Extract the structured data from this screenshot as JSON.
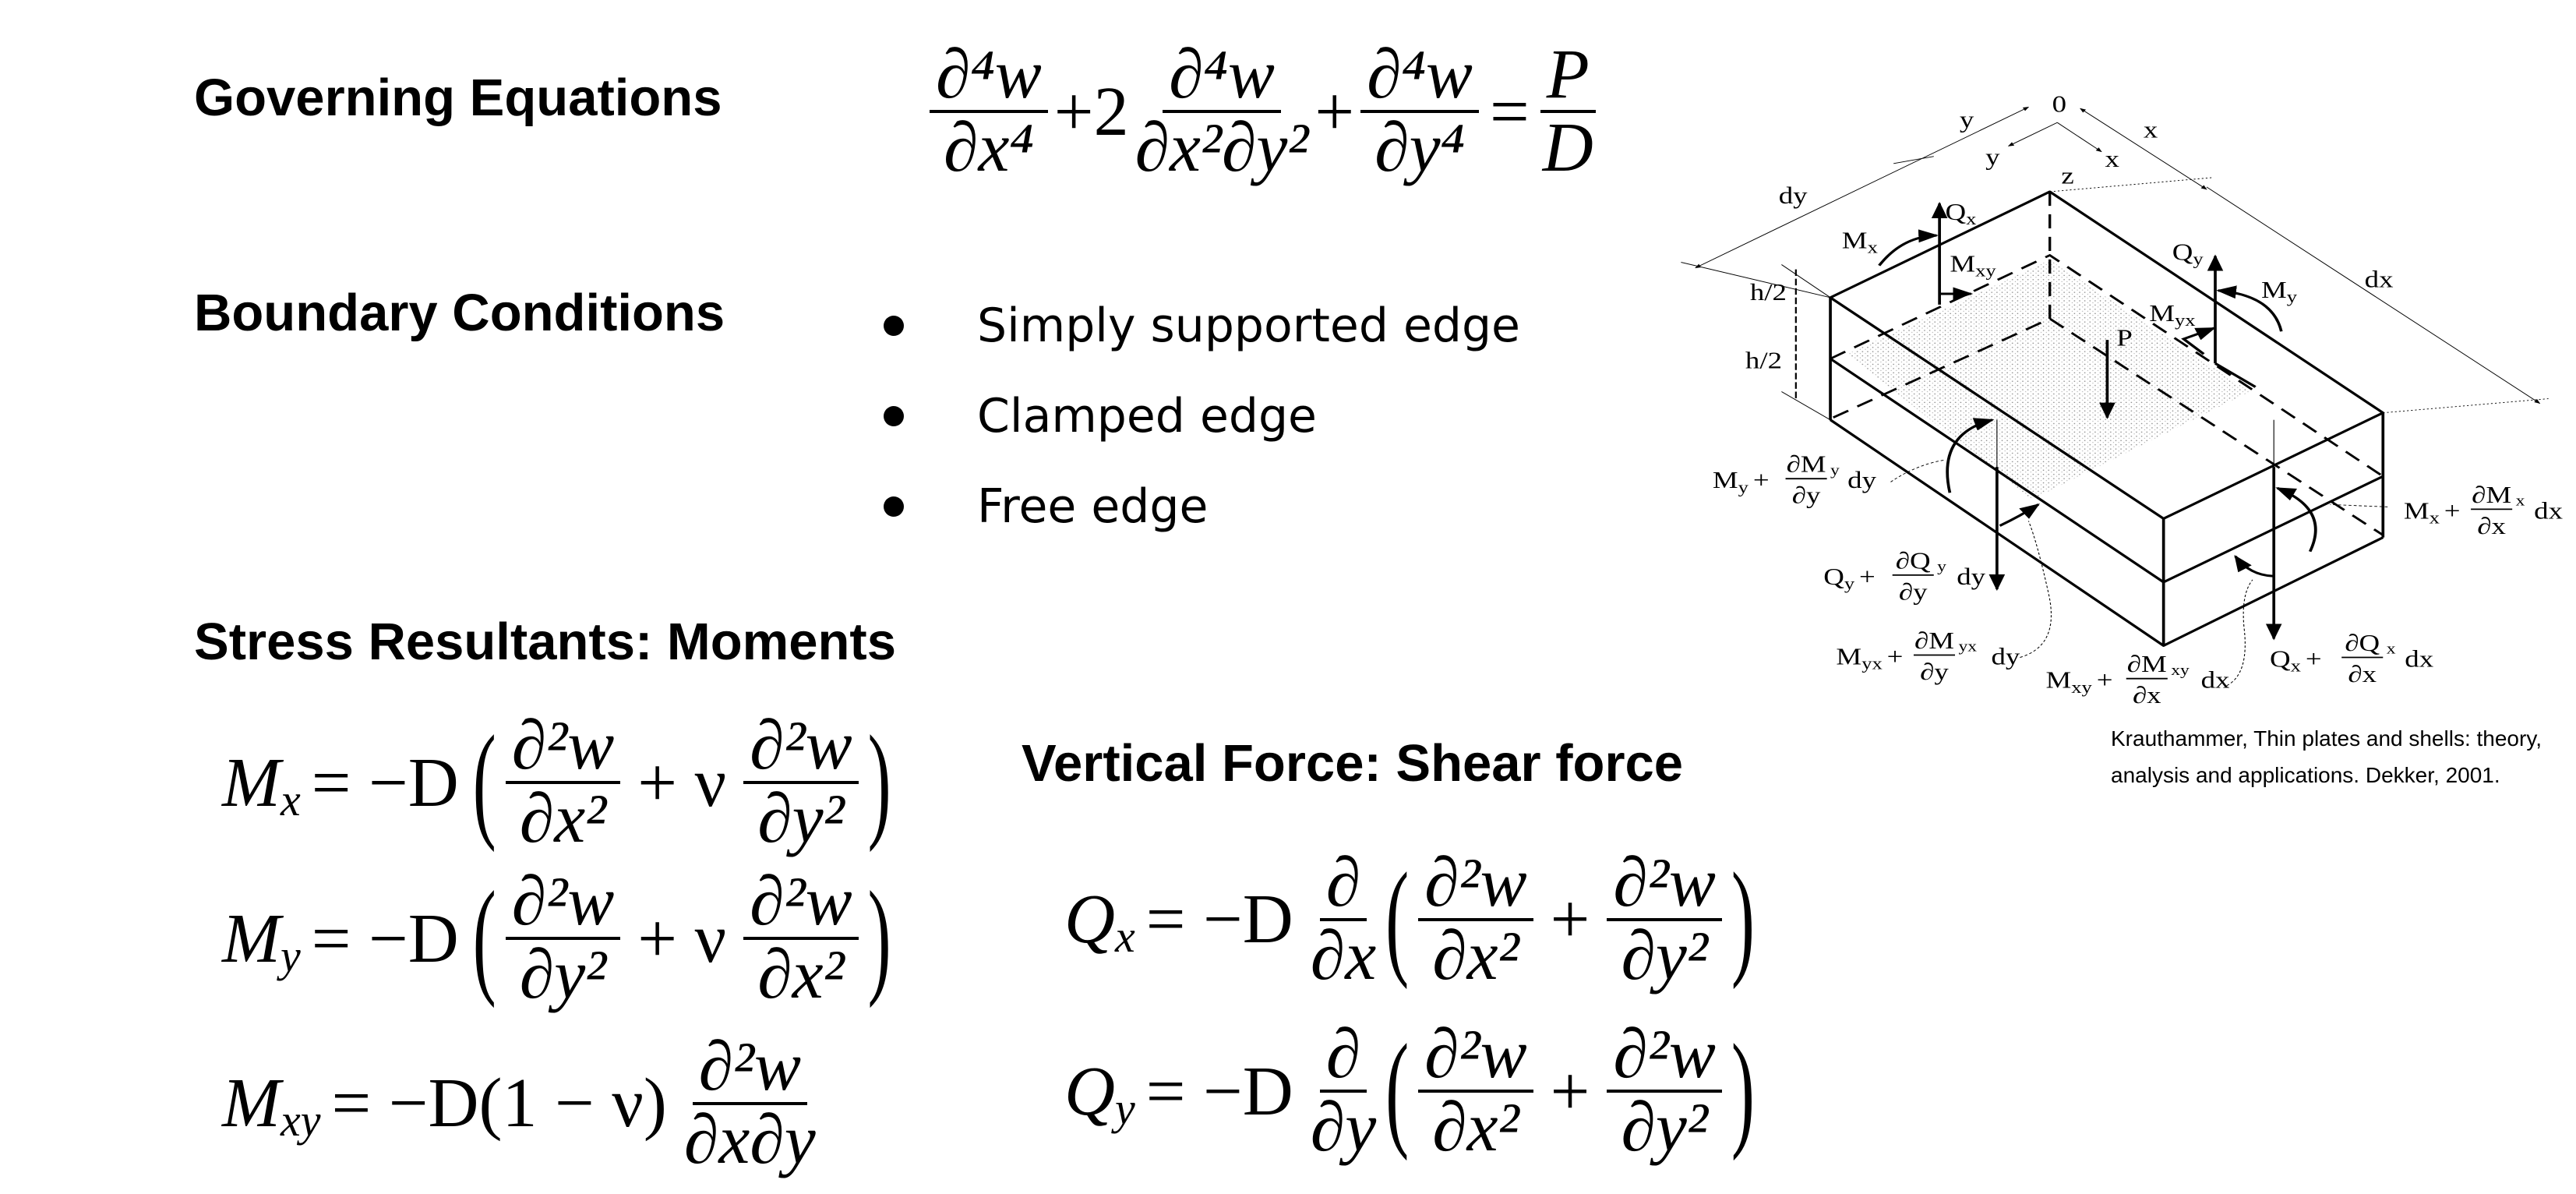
{
  "headings": {
    "governing": "Governing Equations",
    "boundary": "Boundary Conditions",
    "moments": "Stress Resultants: Moments",
    "shear": "Vertical Force: Shear force"
  },
  "symbols": {
    "paren_open": "(",
    "paren_close": ")"
  },
  "boundary_conditions": [
    "Simply supported edge",
    "Clamped edge",
    "Free edge"
  ],
  "governing_equation": {
    "t1_num": "∂⁴w",
    "t1_den": "∂x⁴",
    "plus1": "+",
    "coef": "2",
    "t2_num": "∂⁴w",
    "t2_den": "∂x²∂y²",
    "plus2": "+",
    "t3_num": "∂⁴w",
    "t3_den": "∂y⁴",
    "eq": "=",
    "rhs_num": "P",
    "rhs_den": "D"
  },
  "moment_equations": {
    "mx": {
      "lhs": "M",
      "lhs_sub": "x",
      "eq": "= −D",
      "t1_num": "∂²w",
      "t1_den": "∂x²",
      "op": "+ ν",
      "t2_num": "∂²w",
      "t2_den": "∂y²"
    },
    "my": {
      "lhs": "M",
      "lhs_sub": "y",
      "eq": "= −D",
      "t1_num": "∂²w",
      "t1_den": "∂y²",
      "op": "+ ν",
      "t2_num": "∂²w",
      "t2_den": "∂x²"
    },
    "mxy": {
      "lhs": "M",
      "lhs_sub": "xy",
      "eq": "= −D(1 − ν)",
      "num": "∂²w",
      "den": "∂x∂y"
    }
  },
  "shear_equations": {
    "qx": {
      "lhs": "Q",
      "lhs_sub": "x",
      "eq": "= −D",
      "d_num": "∂",
      "d_den": "∂x",
      "t1_num": "∂²w",
      "t1_den": "∂x²",
      "op": "+",
      "t2_num": "∂²w",
      "t2_den": "∂y²"
    },
    "qy": {
      "lhs": "Q",
      "lhs_sub": "y",
      "eq": "= −D",
      "d_num": "∂",
      "d_den": "∂y",
      "t1_num": "∂²w",
      "t1_den": "∂x²",
      "op": "+",
      "t2_num": "∂²w",
      "t2_den": "∂y²"
    }
  },
  "figure": {
    "labels": {
      "origin": "0",
      "y_outer": "y",
      "x_outer": "x",
      "y_inner": "y",
      "x_inner": "x",
      "z": "z",
      "dy": "dy",
      "dx": "dx",
      "h_half_top": "h/2",
      "h_half_bottom": "h/2",
      "p": "P"
    },
    "sub_labels": [
      {
        "id": "qx",
        "base": "Q",
        "sub": "x"
      },
      {
        "id": "mx",
        "base": "M",
        "sub": "x"
      },
      {
        "id": "mxy",
        "base": "M",
        "sub": "xy"
      },
      {
        "id": "qy",
        "base": "Q",
        "sub": "y"
      },
      {
        "id": "my",
        "base": "M",
        "sub": "y"
      },
      {
        "id": "myx",
        "base": "M",
        "sub": "yx"
      }
    ],
    "compound_labels": [
      {
        "id": "my-plus",
        "base": "M",
        "sub": "y",
        "plus": "+",
        "num": "∂M",
        "den": "∂y",
        "tail_sub": "y",
        "tail": "dy"
      },
      {
        "id": "mx-plus",
        "base": "M",
        "sub": "x",
        "plus": "+",
        "num": "∂M",
        "den": "∂x",
        "tail_sub": "x",
        "tail": "dx"
      },
      {
        "id": "qy-plus",
        "base": "Q",
        "sub": "y",
        "plus": "+",
        "num": "∂Q",
        "den": "∂y",
        "tail_sub": "y",
        "tail": "dy"
      },
      {
        "id": "myx-plus",
        "base": "M",
        "sub": "yx",
        "plus": "+",
        "num": "∂M",
        "den": "∂y",
        "tail_sub": "yx",
        "tail": "dy"
      },
      {
        "id": "mxy-plus",
        "base": "M",
        "sub": "xy",
        "plus": "+",
        "num": "∂M",
        "den": "∂x",
        "tail_sub": "xy",
        "tail": "dx"
      },
      {
        "id": "qx-plus",
        "base": "Q",
        "sub": "x",
        "plus": "+",
        "num": "∂Q",
        "den": "∂x",
        "tail_sub": "x",
        "tail": "dx"
      }
    ],
    "caption_line1": "Krauthammer, Thin plates and shells: theory,",
    "caption_line2": "analysis and applications. Dekker, 2001."
  }
}
